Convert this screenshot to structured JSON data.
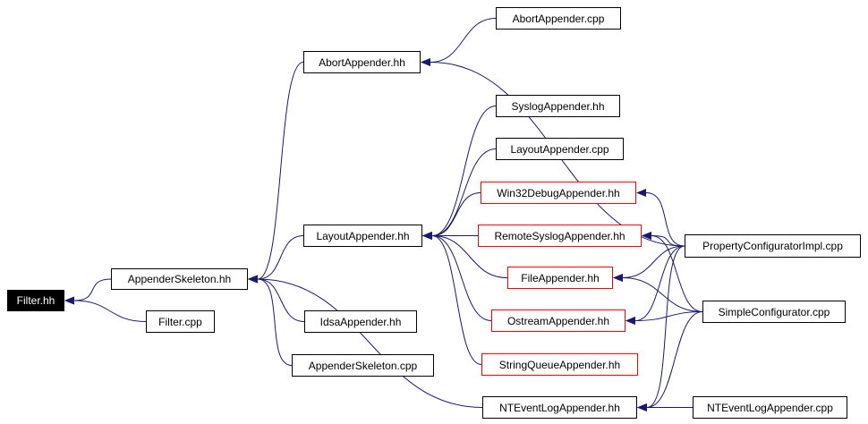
{
  "graph": {
    "edge_color": "#191970",
    "nodes": [
      {
        "id": "filter_hh",
        "label": "Filter.hh",
        "style": "root"
      },
      {
        "id": "appender_skeleton_hh",
        "label": "AppenderSkeleton.hh",
        "style": "normal"
      },
      {
        "id": "filter_cpp",
        "label": "Filter.cpp",
        "style": "normal"
      },
      {
        "id": "abort_appender_hh",
        "label": "AbortAppender.hh",
        "style": "normal"
      },
      {
        "id": "abort_appender_cpp",
        "label": "AbortAppender.cpp",
        "style": "normal"
      },
      {
        "id": "layout_appender_hh",
        "label": "LayoutAppender.hh",
        "style": "normal"
      },
      {
        "id": "syslog_appender_hh",
        "label": "SyslogAppender.hh",
        "style": "normal"
      },
      {
        "id": "layout_appender_cpp",
        "label": "LayoutAppender.cpp",
        "style": "normal"
      },
      {
        "id": "win32_debug_appender_hh",
        "label": "Win32DebugAppender.hh",
        "style": "red"
      },
      {
        "id": "remote_syslog_appender_hh",
        "label": "RemoteSyslogAppender.hh",
        "style": "red"
      },
      {
        "id": "file_appender_hh",
        "label": "FileAppender.hh",
        "style": "red"
      },
      {
        "id": "ostream_appender_hh",
        "label": "OstreamAppender.hh",
        "style": "red"
      },
      {
        "id": "string_queue_appender_hh",
        "label": "StringQueueAppender.hh",
        "style": "red"
      },
      {
        "id": "nt_event_log_appender_hh",
        "label": "NTEventLogAppender.hh",
        "style": "normal"
      },
      {
        "id": "idsa_appender_hh",
        "label": "IdsaAppender.hh",
        "style": "normal"
      },
      {
        "id": "appender_skeleton_cpp",
        "label": "AppenderSkeleton.cpp",
        "style": "normal"
      },
      {
        "id": "property_configurator_impl_cpp",
        "label": "PropertyConfiguratorImpl.cpp",
        "style": "normal"
      },
      {
        "id": "simple_configurator_cpp",
        "label": "SimpleConfigurator.cpp",
        "style": "normal"
      },
      {
        "id": "nt_event_log_appender_cpp",
        "label": "NTEventLogAppender.cpp",
        "style": "normal"
      }
    ],
    "edges": [
      {
        "from": "appender_skeleton_hh",
        "to": "filter_hh"
      },
      {
        "from": "filter_cpp",
        "to": "filter_hh"
      },
      {
        "from": "abort_appender_hh",
        "to": "appender_skeleton_hh"
      },
      {
        "from": "layout_appender_hh",
        "to": "appender_skeleton_hh"
      },
      {
        "from": "idsa_appender_hh",
        "to": "appender_skeleton_hh"
      },
      {
        "from": "appender_skeleton_cpp",
        "to": "appender_skeleton_hh"
      },
      {
        "from": "nt_event_log_appender_hh",
        "to": "appender_skeleton_hh"
      },
      {
        "from": "abort_appender_cpp",
        "to": "abort_appender_hh"
      },
      {
        "from": "property_configurator_impl_cpp",
        "to": "abort_appender_hh"
      },
      {
        "from": "syslog_appender_hh",
        "to": "layout_appender_hh"
      },
      {
        "from": "layout_appender_cpp",
        "to": "layout_appender_hh"
      },
      {
        "from": "win32_debug_appender_hh",
        "to": "layout_appender_hh"
      },
      {
        "from": "remote_syslog_appender_hh",
        "to": "layout_appender_hh"
      },
      {
        "from": "file_appender_hh",
        "to": "layout_appender_hh"
      },
      {
        "from": "ostream_appender_hh",
        "to": "layout_appender_hh"
      },
      {
        "from": "string_queue_appender_hh",
        "to": "layout_appender_hh"
      },
      {
        "from": "property_configurator_impl_cpp",
        "to": "win32_debug_appender_hh"
      },
      {
        "from": "property_configurator_impl_cpp",
        "to": "remote_syslog_appender_hh"
      },
      {
        "from": "simple_configurator_cpp",
        "to": "remote_syslog_appender_hh"
      },
      {
        "from": "property_configurator_impl_cpp",
        "to": "file_appender_hh"
      },
      {
        "from": "simple_configurator_cpp",
        "to": "file_appender_hh"
      },
      {
        "from": "property_configurator_impl_cpp",
        "to": "ostream_appender_hh"
      },
      {
        "from": "simple_configurator_cpp",
        "to": "ostream_appender_hh"
      },
      {
        "from": "property_configurator_impl_cpp",
        "to": "nt_event_log_appender_hh"
      },
      {
        "from": "simple_configurator_cpp",
        "to": "nt_event_log_appender_hh"
      },
      {
        "from": "nt_event_log_appender_cpp",
        "to": "nt_event_log_appender_hh"
      }
    ]
  }
}
